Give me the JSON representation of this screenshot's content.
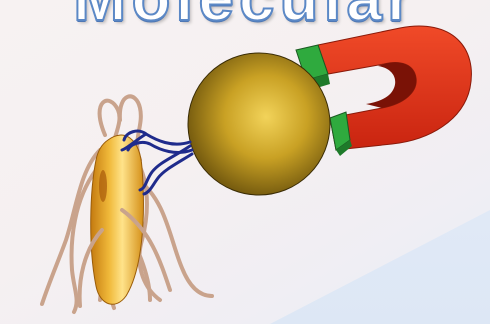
{
  "header": {
    "title": "Molecular"
  },
  "colors": {
    "title_fill": "#ffffff",
    "title_outline": "#5b88c6",
    "magnet_red": "#e2331a",
    "magnet_green": "#2a9a3a",
    "bead_gold": "#b08d14",
    "linker_blue": "#1f2b8c",
    "bacterium_yellow": "#e6a21a",
    "flagella": "#c9a38c"
  },
  "icons": [
    "horseshoe-magnet",
    "magnetic-bead",
    "antibody-linker",
    "bacterium"
  ]
}
